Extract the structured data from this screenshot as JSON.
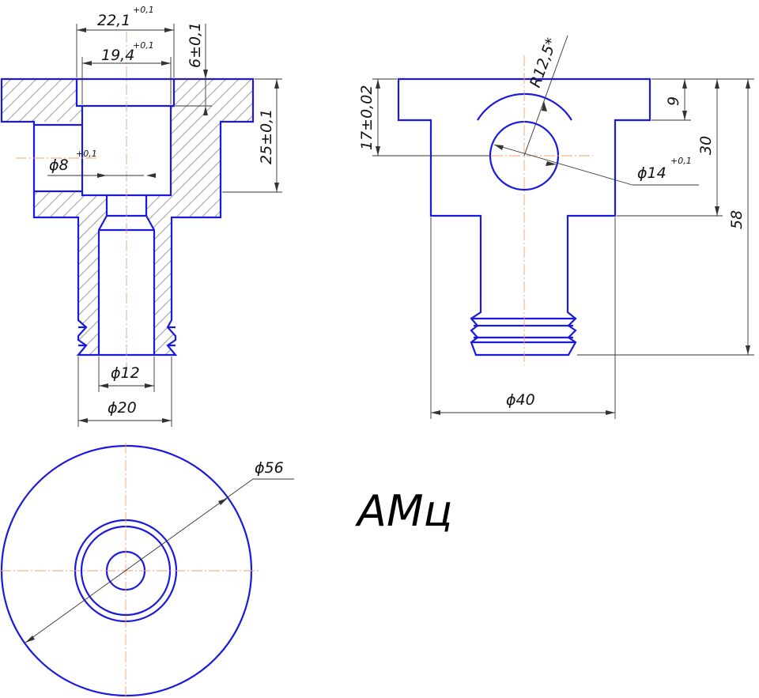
{
  "colors": {
    "object_line": "#1a1adf",
    "dimension_line": "#333333",
    "center_line": "#f2a070",
    "background": "#ffffff"
  },
  "dimensions": {
    "outer_top_width": {
      "value": "22,1",
      "tolerance": "+0,1"
    },
    "inner_top_width": {
      "value": "19,4",
      "tolerance": "+0,1"
    },
    "top_depth": {
      "value": "6±0,1"
    },
    "upper_height": {
      "value": "25±0,1"
    },
    "small_bore": {
      "value": "ϕ8",
      "tolerance": "+0,1"
    },
    "bore_diameter": {
      "value": "ϕ12"
    },
    "shank_diameter": {
      "value": "ϕ20"
    },
    "side_hole_offset": {
      "value": "17±0,02"
    },
    "side_radius": {
      "value": "R12,5*"
    },
    "side_hole_diameter": {
      "value": "ϕ14",
      "tolerance": "+0,1"
    },
    "flange_thickness": {
      "value": "9"
    },
    "body_height": {
      "value": "30"
    },
    "total_height": {
      "value": "58"
    },
    "body_width": {
      "value": "ϕ40"
    },
    "flange_diameter": {
      "value": "ϕ56"
    }
  },
  "material": "АМц"
}
